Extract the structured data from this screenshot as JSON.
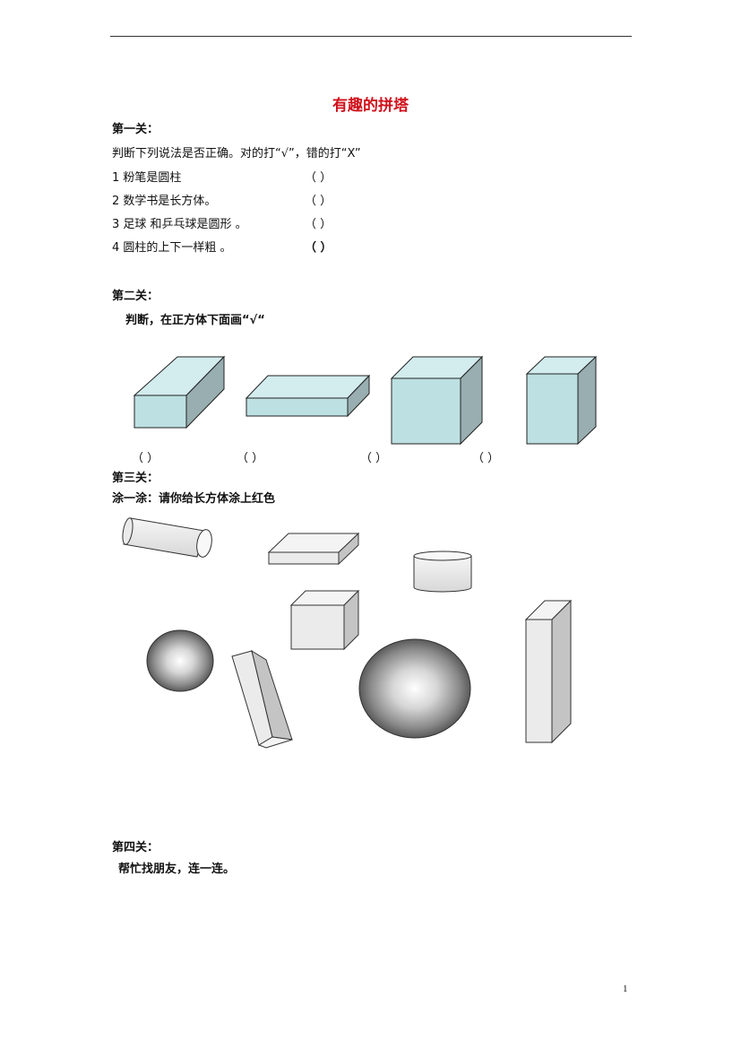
{
  "title": "有趣的拼塔",
  "level1": {
    "heading": "第一关：",
    "instruction": "判断下列说法是否正确。对的打“√”，错的打“X”",
    "items": [
      {
        "text": "1 粉笔是圆柱",
        "paren": "（          ）"
      },
      {
        "text": "2 数学书是长方体。",
        "paren": "（          ）"
      },
      {
        "text": "3 足球  和乒乓球是圆形  。",
        "paren": "（          ）"
      },
      {
        "text": "4 圆柱的上下一样粗  。",
        "paren": "（          ）"
      }
    ]
  },
  "level2": {
    "heading": "第二关：",
    "instruction": "判断，在正方体下面画“√“",
    "parens": [
      "（             ）",
      "（      ）",
      "（             ）",
      "（          ）"
    ]
  },
  "level3": {
    "heading": "第三关：",
    "instruction": "涂一涂：请你给长方体涂上红色"
  },
  "level4": {
    "heading": "第四关：",
    "instruction": "帮忙找朋友，连一连。"
  },
  "page_number": "1",
  "colors": {
    "title": "#d0101b",
    "box_front": "#bde0e2",
    "box_top": "#d3ecee",
    "box_side": "#98aeb0",
    "gray_front": "#ebebeb",
    "gray_top": "#f4f4f4",
    "gray_side": "#c4c4c4"
  }
}
